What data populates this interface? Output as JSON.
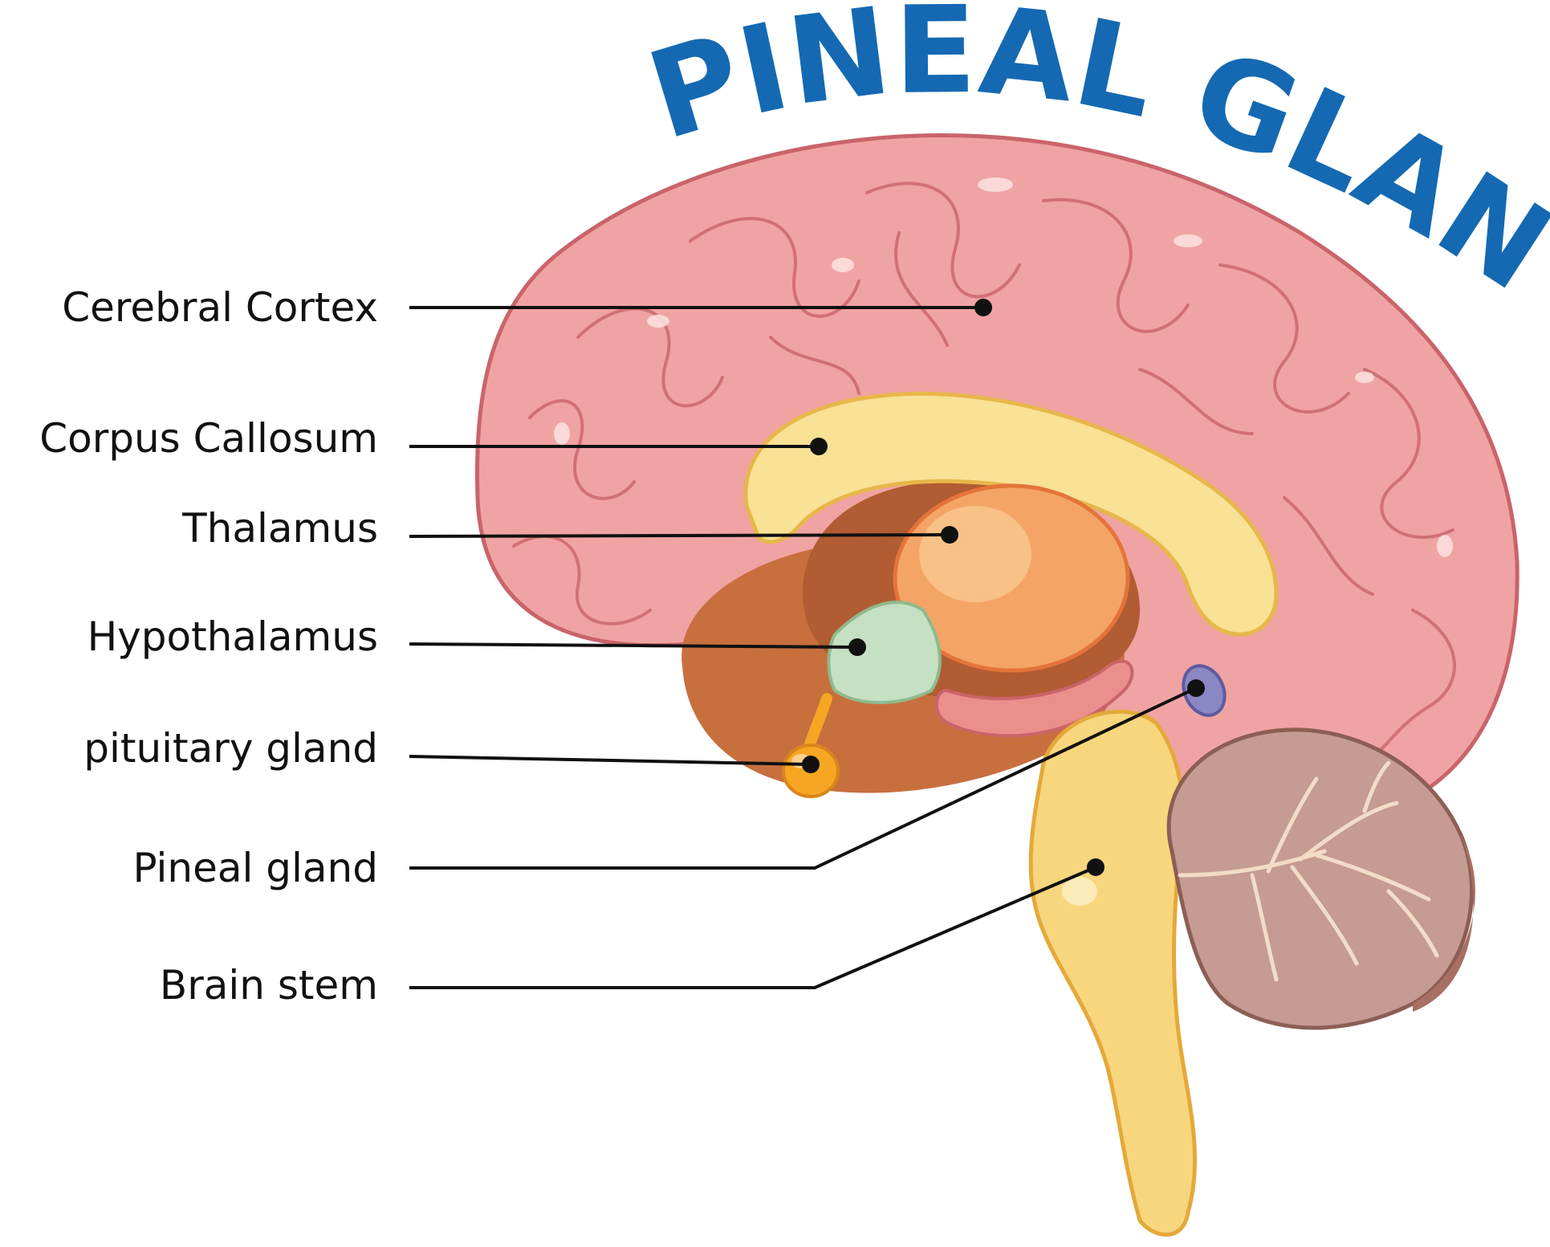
{
  "title": "PINEAL GLAND",
  "colors": {
    "title": "#1469b2",
    "cortex": "#f0a3a3",
    "cortex_edge": "#c9646a",
    "corpus_callosum": "#f9e196",
    "thalamus": "#f4a565",
    "hypothalamus": "#c6e0c4",
    "pituitary": "#f6a623",
    "pineal": "#8b87c2",
    "brain_stem": "#f8d67e",
    "cerebellum": "#c59b94",
    "leader_line": "#111111"
  },
  "labels": [
    {
      "id": "cerebral-cortex",
      "text": "Cerebral Cortex"
    },
    {
      "id": "corpus-callosum",
      "text": "Corpus Callosum"
    },
    {
      "id": "thalamus",
      "text": "Thalamus"
    },
    {
      "id": "hypothalamus",
      "text": "Hypothalamus"
    },
    {
      "id": "pituitary-gland",
      "text": "pituitary gland"
    },
    {
      "id": "pineal-gland",
      "text": "Pineal gland"
    },
    {
      "id": "brain-stem",
      "text": "Brain stem"
    }
  ]
}
